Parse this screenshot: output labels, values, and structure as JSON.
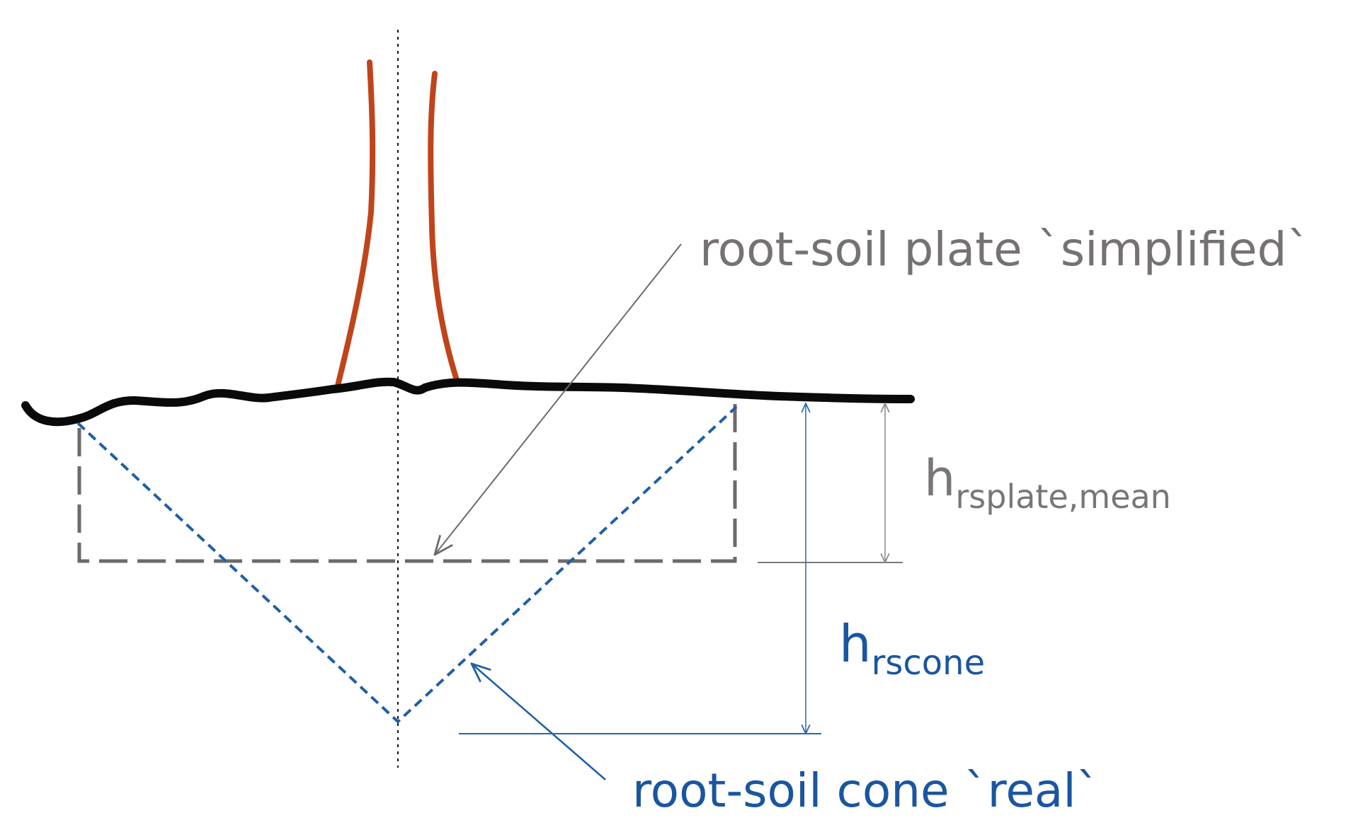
{
  "labels": {
    "plate": "root-soil plate `simplified`",
    "cone": "root-soil cone `real`",
    "h_plate_main": "h",
    "h_plate_sub": "rsplate,mean",
    "h_cone_main": "h",
    "h_cone_sub": "rscone"
  },
  "colors": {
    "trunk": "#c0441b",
    "ground": "#0a0a0a",
    "plate": "#6e6a6a",
    "cone": "#1f5fa6",
    "cone_text": "#1a56a0",
    "plate_text": "#767272",
    "axis": "#111111"
  }
}
